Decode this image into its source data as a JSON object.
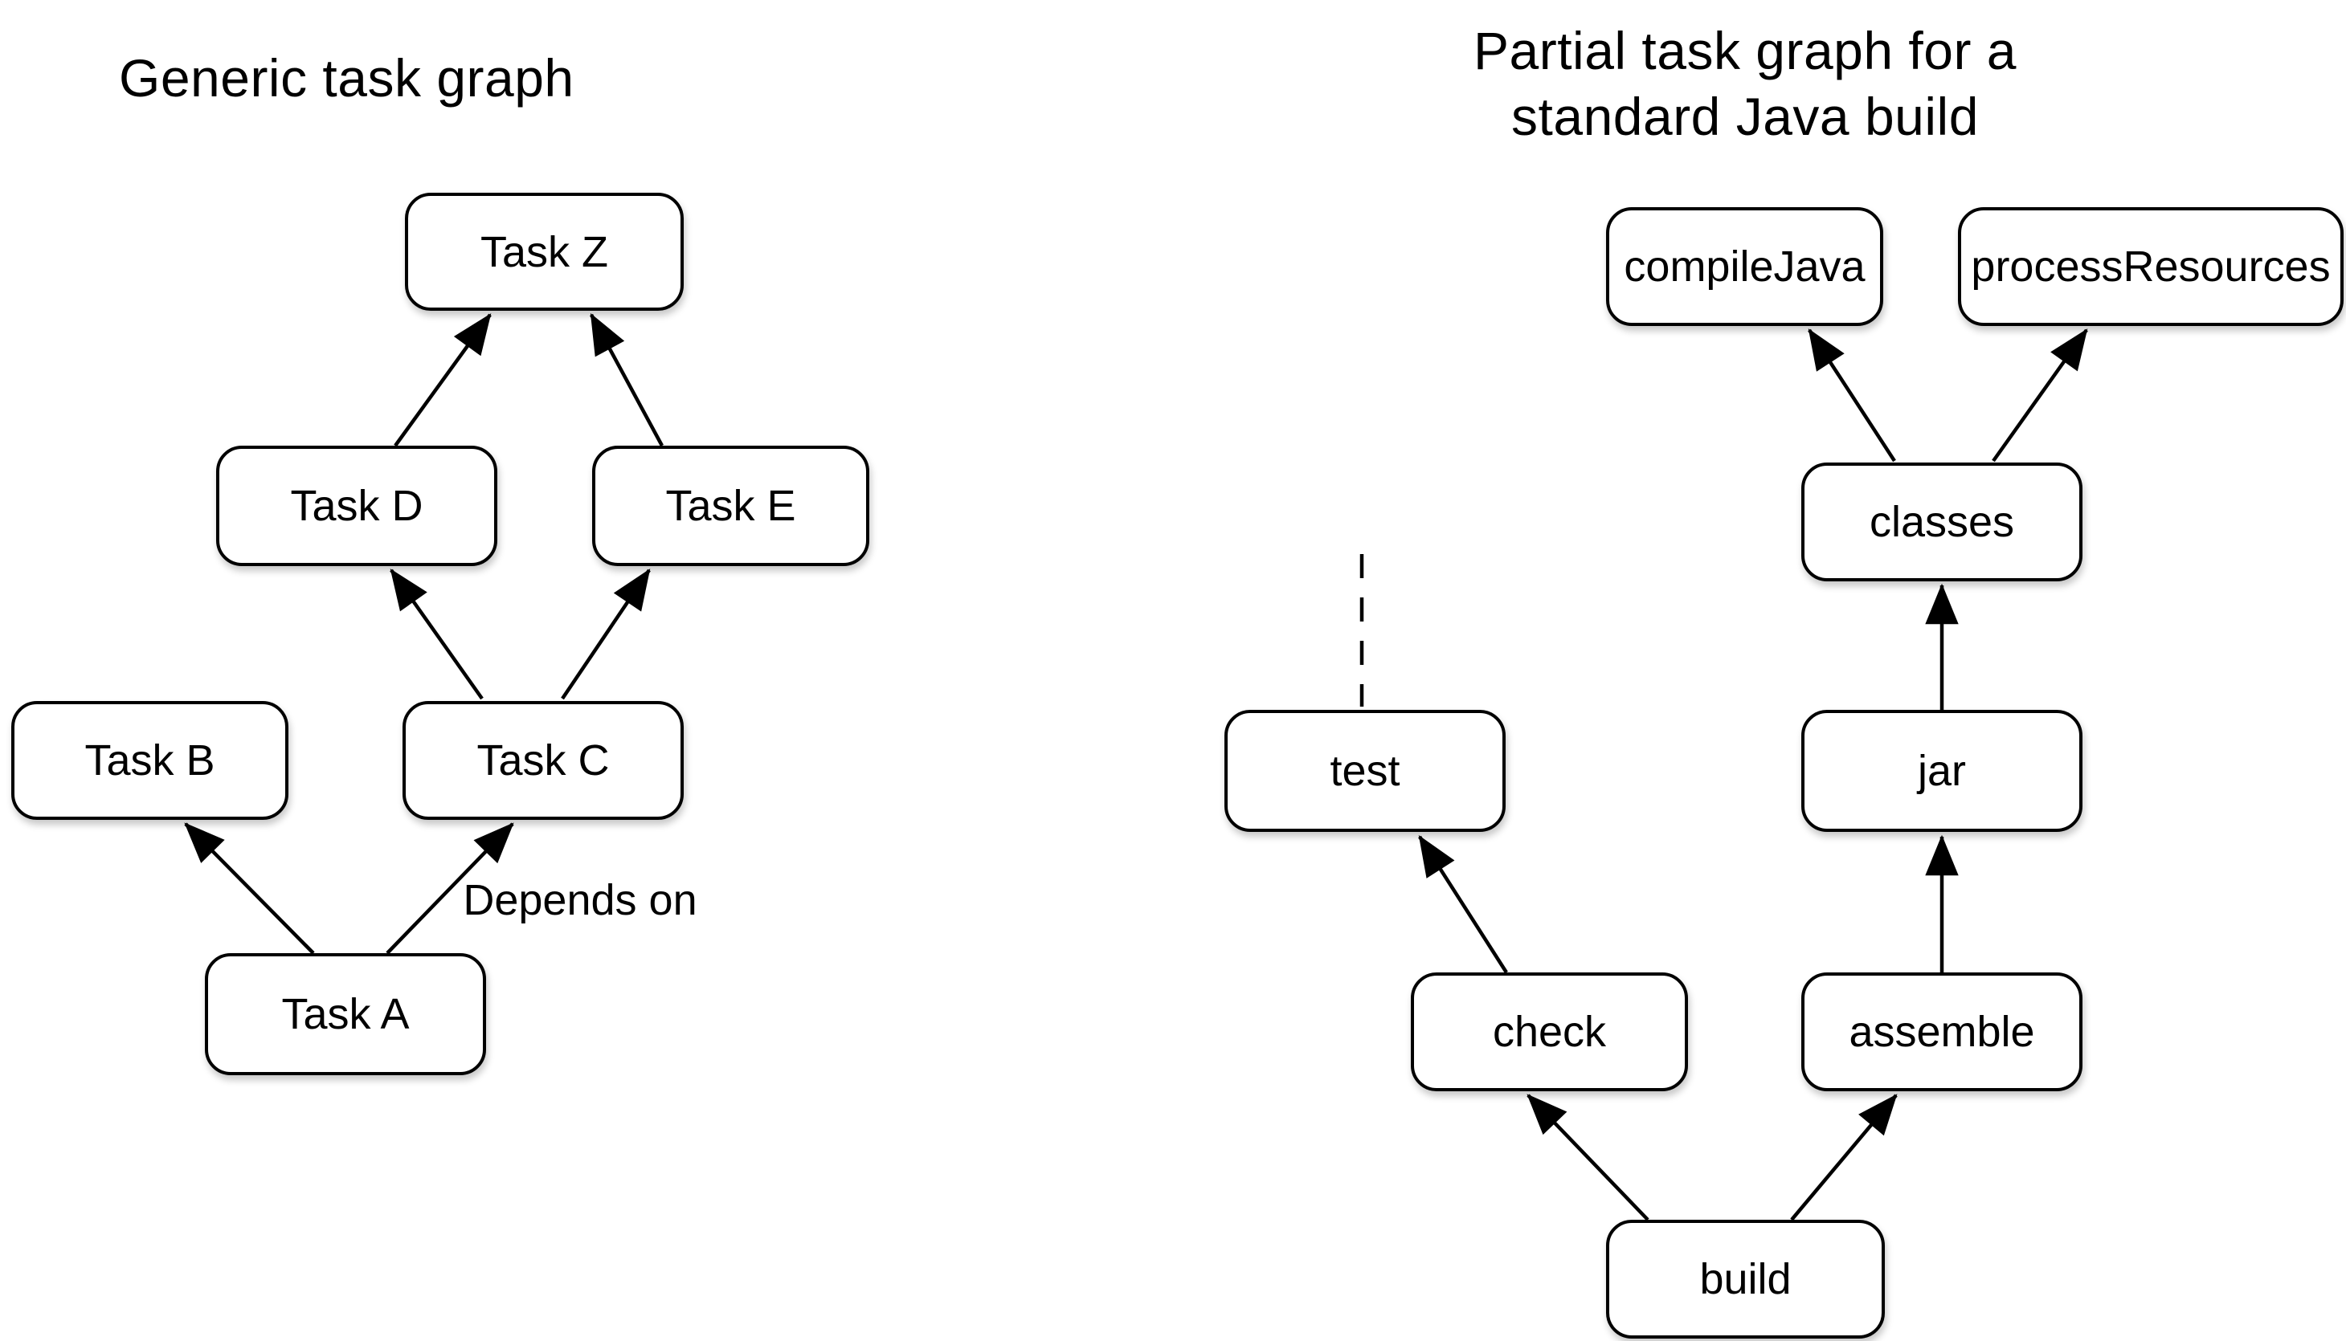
{
  "left_graph": {
    "title": "Generic task graph",
    "edge_label": "Depends on",
    "nodes": {
      "task_z": "Task Z",
      "task_d": "Task D",
      "task_e": "Task E",
      "task_b": "Task B",
      "task_c": "Task C",
      "task_a": "Task A"
    },
    "edges": [
      {
        "from": "Task A",
        "to": "Task B",
        "style": "solid"
      },
      {
        "from": "Task A",
        "to": "Task C",
        "style": "solid",
        "label": "Depends on"
      },
      {
        "from": "Task C",
        "to": "Task D",
        "style": "solid"
      },
      {
        "from": "Task C",
        "to": "Task E",
        "style": "solid"
      },
      {
        "from": "Task D",
        "to": "Task Z",
        "style": "solid"
      },
      {
        "from": "Task E",
        "to": "Task Z",
        "style": "solid"
      }
    ]
  },
  "right_graph": {
    "title_line1": "Partial task graph for a",
    "title_line2": "standard Java build",
    "nodes": {
      "compile_java": "compileJava",
      "process_resources": "processResources",
      "classes": "classes",
      "test": "test",
      "jar": "jar",
      "check": "check",
      "assemble": "assemble",
      "build": "build"
    },
    "edges": [
      {
        "from": "classes",
        "to": "compileJava",
        "style": "solid"
      },
      {
        "from": "classes",
        "to": "processResources",
        "style": "solid"
      },
      {
        "from": "jar",
        "to": "classes",
        "style": "solid"
      },
      {
        "from": "assemble",
        "to": "jar",
        "style": "solid"
      },
      {
        "from": "check",
        "to": "test",
        "style": "solid"
      },
      {
        "from": "build",
        "to": "check",
        "style": "solid"
      },
      {
        "from": "build",
        "to": "assemble",
        "style": "solid"
      },
      {
        "from": "test",
        "to": null,
        "style": "dashed"
      }
    ]
  },
  "colors": {
    "ink": "#000000",
    "background": "#ffffff",
    "node_fill": "#ffffff"
  }
}
